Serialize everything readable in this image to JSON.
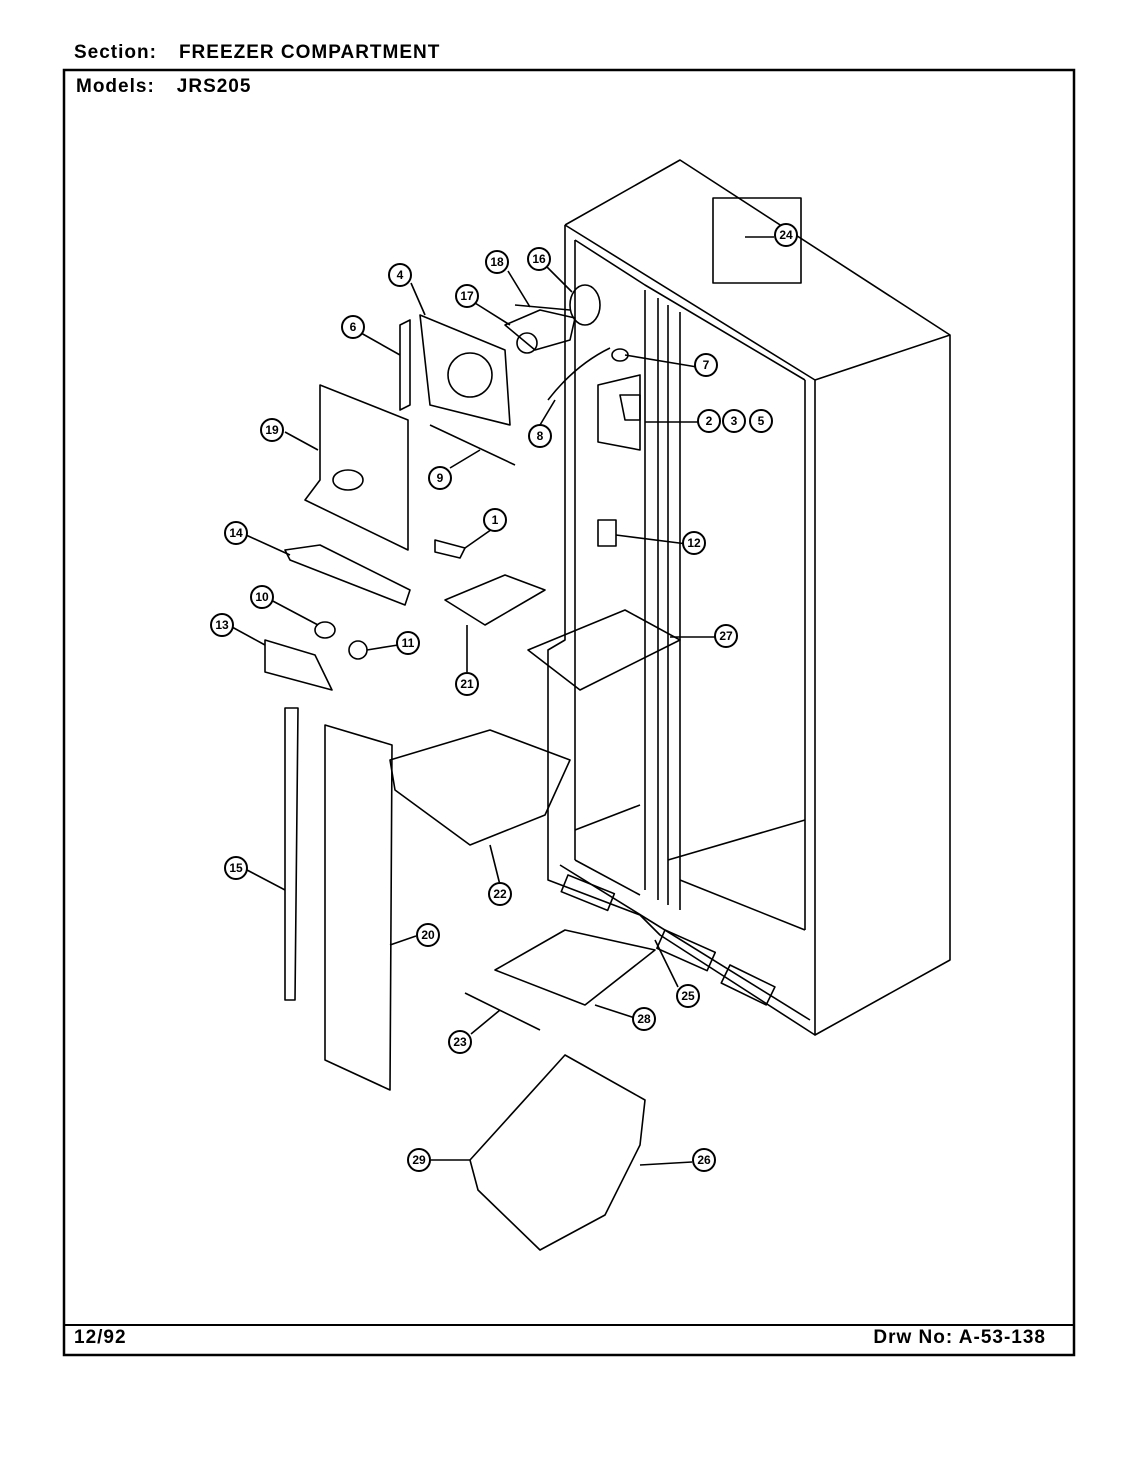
{
  "header": {
    "section_label": "Section:",
    "section_value": "FREEZER COMPARTMENT",
    "models_label": "Models:",
    "models_value": "JRS205"
  },
  "footer": {
    "date": "12/92",
    "drw_label": "Drw No:",
    "drw_value": "A-53-138"
  },
  "callouts": [
    "1",
    "2",
    "3",
    "4",
    "5",
    "6",
    "7",
    "8",
    "9",
    "10",
    "11",
    "12",
    "13",
    "14",
    "15",
    "16",
    "17",
    "18",
    "19",
    "20",
    "21",
    "22",
    "23",
    "24",
    "25",
    "26",
    "27",
    "28",
    "29"
  ]
}
